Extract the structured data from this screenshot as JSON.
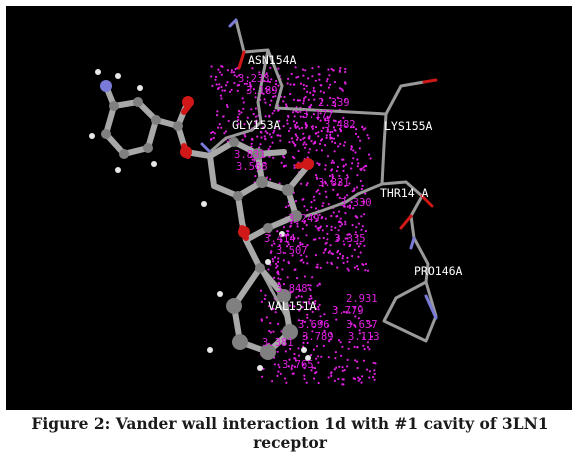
{
  "viewer": {
    "background": "#000000",
    "residue_labels": [
      "ASN154A",
      "GLY153A",
      "LYS155A",
      "THR14 A",
      "PRO146A",
      "VAL151A"
    ],
    "distance_labels": [
      "3.233",
      "3.189",
      "2.339",
      "3.177",
      "3.482",
      "3.831",
      "3.330",
      "3.249",
      "3.414",
      "3.335",
      "3.507",
      "3.831",
      "3.568",
      "3.848",
      "2.931",
      "3.779",
      "3.696",
      "3.637",
      "3.789",
      "3.113",
      "3.765",
      "3.381"
    ],
    "colors": {
      "bond": "#9a9a9a",
      "atom": "#7a7a7a",
      "oxygen": "#d01818",
      "nitrogen": "#7a7ad8",
      "hydrogen": "#e8e8e8",
      "vdw_contacts": "#e020e0",
      "labels": "#ffffff"
    }
  },
  "caption": "Figure 2: Vander wall interaction 1d with #1 cavity of 3LN1 receptor"
}
